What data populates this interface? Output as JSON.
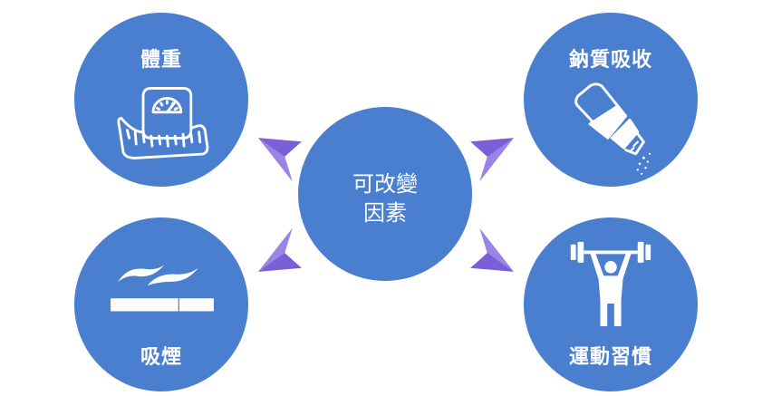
{
  "center": {
    "line1": "可改變",
    "line2": "因素"
  },
  "factors": {
    "weight": {
      "label": "體重",
      "icon": "scale-tape-icon"
    },
    "sodium": {
      "label": "鈉質吸收",
      "icon": "salt-shaker-icon"
    },
    "smoking": {
      "label": "吸煙",
      "icon": "cigarette-icon"
    },
    "exercise": {
      "label": "運動習慣",
      "icon": "weightlifter-icon"
    }
  },
  "colors": {
    "circle": "#4a7fd0",
    "arrow": "#7b5fd6",
    "icon": "#ffffff"
  }
}
